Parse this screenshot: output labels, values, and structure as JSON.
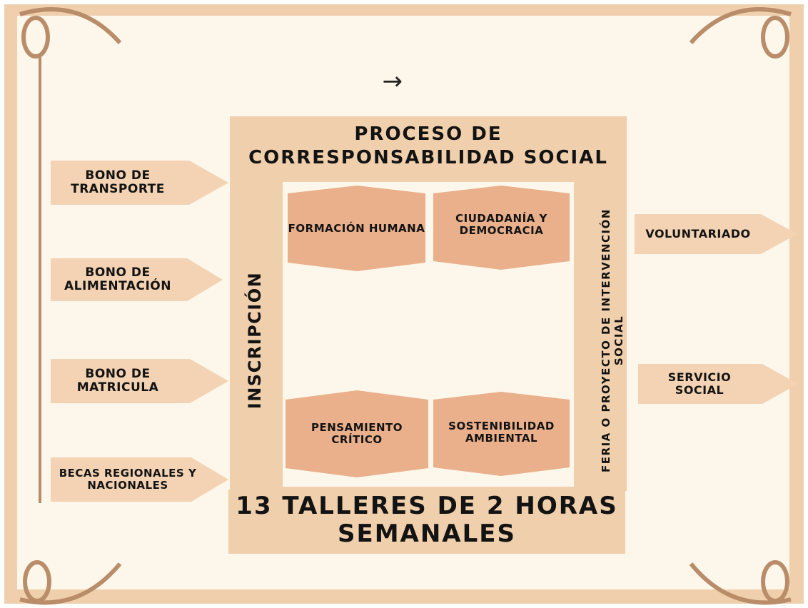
{
  "diagram": {
    "title": "PROCESO DE CORRESPONSABILIDAD SOCIAL",
    "footer": "13 TALLERES DE 2 HORAS SEMANALES",
    "left_bar_label": "INSCRIPCIÓN",
    "right_bar_label": "FERIA O PROYECTO DE INTERVENCIÓN SOCIAL",
    "arrow_symbol": "→",
    "inputs": [
      "BONO DE TRANSPORTE",
      "BONO DE ALIMENTACIÓN",
      "BONO DE MATRICULA",
      "BECAS REGIONALES Y NACIONALES"
    ],
    "workshops": [
      "FORMACIÓN HUMANA",
      "CIUDADANÍA Y DEMOCRACIA",
      "PENSAMIENTO CRÍTICO",
      "SOSTENIBILIDAD AMBIENTAL"
    ],
    "outputs": [
      "VOLUNTARIADO",
      "SERVICIO SOCIAL"
    ]
  },
  "colors": {
    "frame": "#efcfac",
    "paper": "#fdf6ea",
    "arrow_fill": "#f3d3b3",
    "hexagon_fill": "#e9b08b",
    "decor_line": "#b98d69",
    "text": "#131313"
  }
}
